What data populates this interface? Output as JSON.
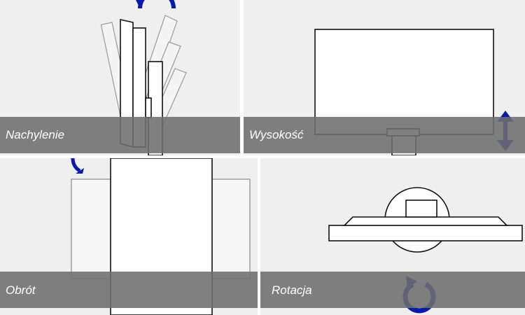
{
  "panels": {
    "tilt": {
      "label": "Nachylenie",
      "arrow_icon": "rotate-arrow-icon"
    },
    "height": {
      "label": "Wysokość",
      "arrow_icon": "vertical-double-arrow-icon"
    },
    "swivel": {
      "label": "Obrót",
      "arrow_icon": "curved-arrow-icon"
    },
    "pivot": {
      "label": "Rotacja",
      "arrow_icon": "circular-arrow-icon"
    }
  },
  "colors": {
    "background": "#efefef",
    "band": "#6e6e6e",
    "arrow": "#0a1aa8",
    "outline": "#111111",
    "label": "#ffffff"
  }
}
